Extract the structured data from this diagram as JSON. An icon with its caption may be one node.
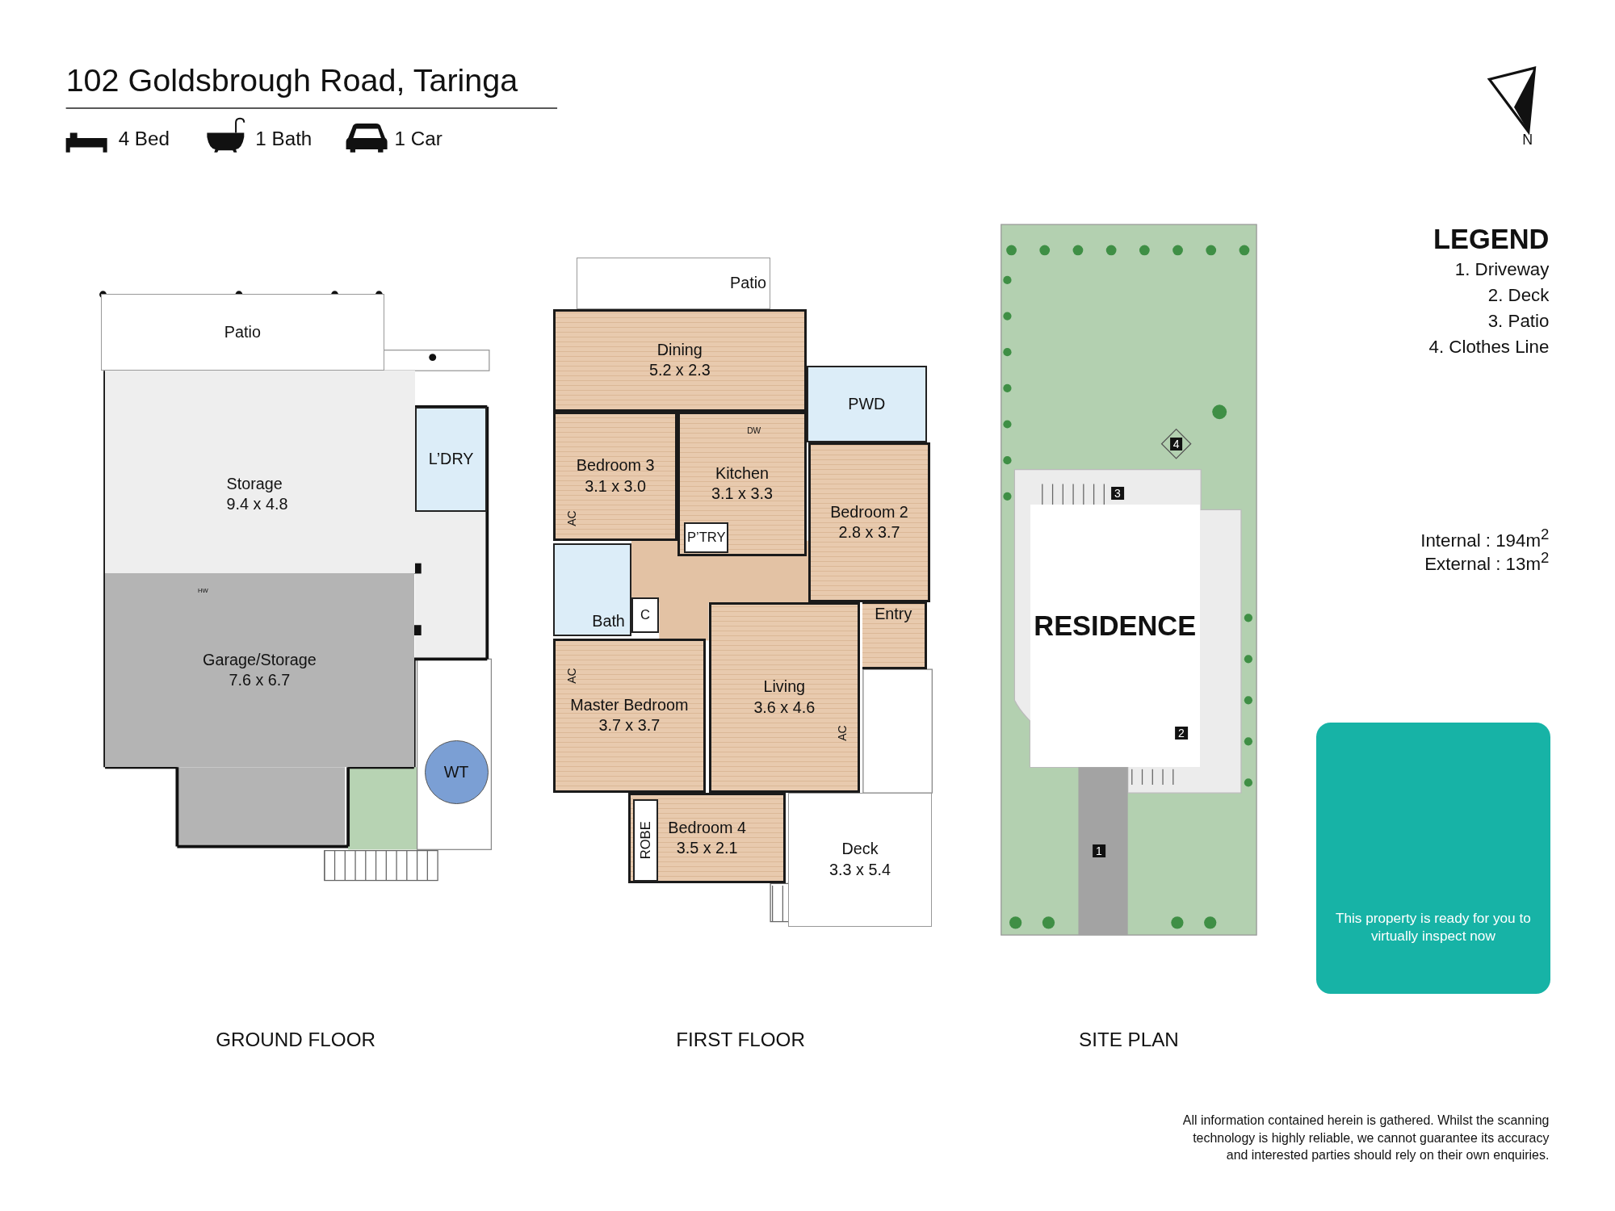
{
  "diagram": {
    "title": "102 Goldsbrough Road, Taringa",
    "nodes": [
      {
        "text": [
          "Patio"
        ]
      },
      {
        "text": [
          "Storage",
          "9.4 x 4.8"
        ]
      },
      {
        "text": [
          "L’DRY"
        ]
      },
      {
        "text": [
          "Garage/Storage",
          "7.6 x 6.7"
        ]
      },
      {
        "text": [
          "WT"
        ]
      },
      {
        "text": [
          "Patio"
        ]
      },
      {
        "text": [
          "Dining",
          "5.2 x 2.3"
        ]
      },
      {
        "text": [
          "PWD"
        ]
      },
      {
        "text": [
          "Bedroom 3",
          "3.1 x 3.0"
        ]
      },
      {
        "text": [
          "Kitchen",
          "3.1 x 3.3"
        ]
      },
      {
        "text": [
          "P’TRY"
        ],
        "in": 9
      },
      {
        "text": [
          "Bedroom 2",
          "2.8 x 3.7"
        ]
      },
      {
        "text": [
          "Bath"
        ]
      },
      {
        "text": [
          "C"
        ]
      },
      {
        "text": [
          "Entry"
        ]
      },
      {
        "text": [
          "Master Bedroom",
          "3.7 x 3.7"
        ]
      },
      {
        "text": [
          "Living",
          "3.6 x 4.6"
        ]
      },
      {
        "text": [
          "Deck",
          "3.3 x 5.4"
        ]
      },
      {
        "text": [
          "Bedroom 4",
          "3.5 x 2.1"
        ]
      },
      {
        "text": [
          "ROBE"
        ],
        "in": 18
      },
      {
        "text": [
          "RESIDENCE"
        ]
      },
      {
        "text": [
          "This property is ready for you to virtually inspect now"
        ]
      }
    ],
    "labels": [
      "4 Bed",
      "1 Bath",
      "1 Car",
      "N",
      "HW",
      "DW",
      "AC",
      "AC",
      "AC",
      "LEGEND",
      "1. Driveway",
      "2. Deck",
      "3. Patio",
      "4. Clothes Line",
      "Internal : 194m$^{2}$",
      "External : 13m$^{2}$",
      "4",
      "3",
      "2",
      "1",
      "GROUND FLOOR",
      "FIRST FLOOR",
      "SITE PLAN",
      "All information contained herein is gathered. Whilst the scanning technology is highly reliable, we cannot guarantee its accuracy and interested parties should rely on their own enquiries."
    ]
  }
}
